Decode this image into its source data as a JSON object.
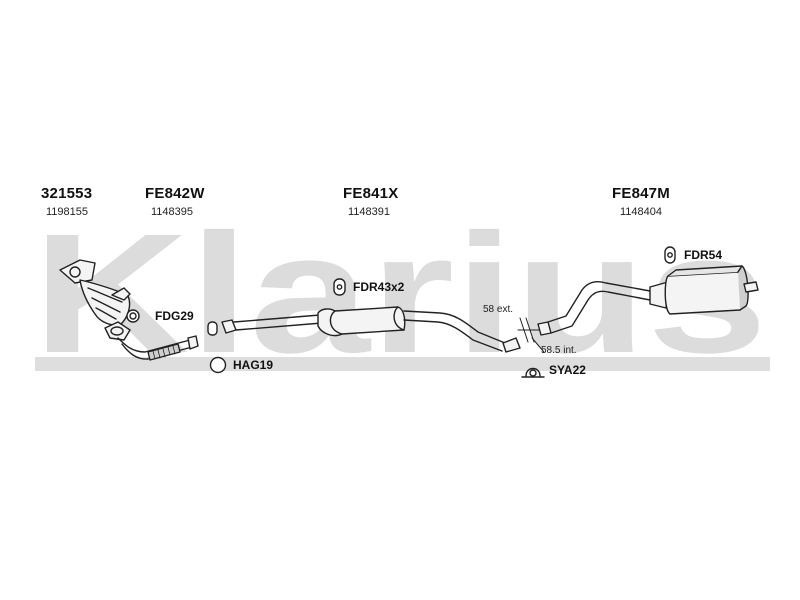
{
  "watermark": {
    "text": "Klarius",
    "color": "#d9d9d9"
  },
  "groups": [
    {
      "code": "321553",
      "number": "1198155"
    },
    {
      "code": "FE842W",
      "number": "1148395"
    },
    {
      "code": "FE841X",
      "number": "1148391"
    },
    {
      "code": "FE847M",
      "number": "1148404"
    }
  ],
  "fittings": {
    "fdg": "FDG29",
    "hag": "HAG19",
    "fdr43": "FDR43x2",
    "fdr54": "FDR54",
    "sya": "SYA22"
  },
  "dimensions": {
    "ext": "58 ext.",
    "int": "58.5 int."
  },
  "colors": {
    "line": "#222222",
    "pipe_fill": "#f4f4f4",
    "shade": "#bdbdbd"
  }
}
